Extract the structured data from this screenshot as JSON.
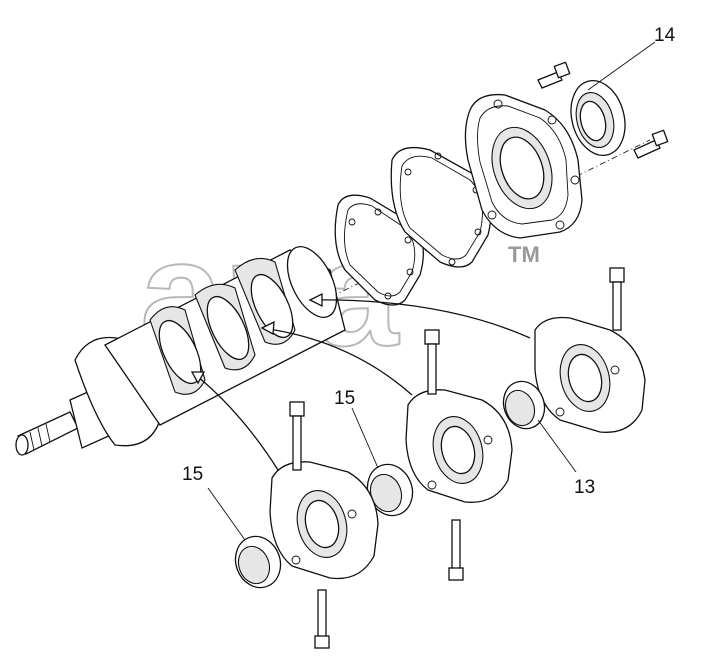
{
  "callouts": [
    {
      "id": "14",
      "label": "14"
    },
    {
      "id": "15a",
      "label": "15"
    },
    {
      "id": "15b",
      "label": "15"
    },
    {
      "id": "13",
      "label": "13"
    }
  ],
  "watermark": {
    "text": "ana",
    "trademark": "TM"
  }
}
